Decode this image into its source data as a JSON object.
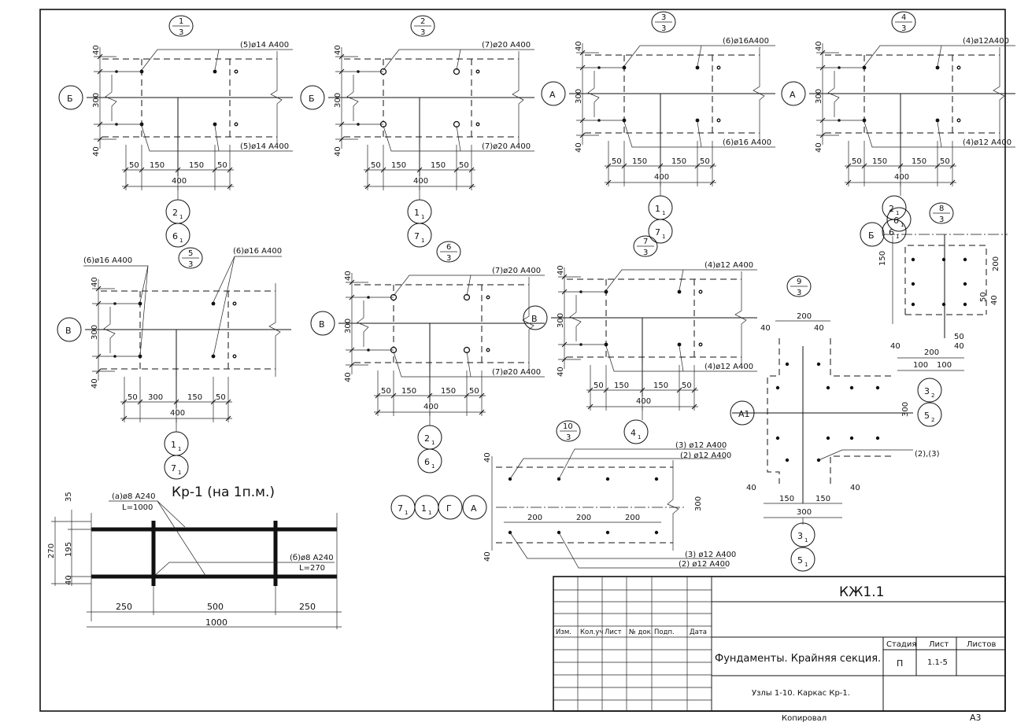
{
  "sheet": {
    "format": "А3",
    "copied": "Копировал"
  },
  "title_block": {
    "code": "КЖ1.1",
    "object": "Фундаменты. Крайняя секция.",
    "sheet_title": "Узлы 1-10. Каркас Кр-1.",
    "cols": [
      "Изм.",
      "Кол.уч",
      "Лист",
      "№ док.",
      "Подп.",
      "Дата"
    ],
    "stage_label": "Стадия",
    "sheet_label": "Лист",
    "sheets_label": "Листов",
    "stage": "П",
    "sheet_no": "1.1-5"
  },
  "nodes": {
    "n1": {
      "num": "1",
      "sheet": "3",
      "axis": "Б",
      "top": "(5)ø14 A400",
      "bot": "(5)ø14 A400",
      "refs": [
        "2",
        "6"
      ],
      "dims": [
        "50",
        "150",
        "150",
        "50"
      ],
      "total": "400",
      "h": "300",
      "cov": "40"
    },
    "n2": {
      "num": "2",
      "sheet": "3",
      "axis": "Б",
      "top": "(7)ø20 A400",
      "bot": "(7)ø20 A400",
      "refs": [
        "1",
        "7"
      ],
      "dims": [
        "50",
        "150",
        "150",
        "50"
      ],
      "total": "400",
      "h": "300",
      "cov": "40"
    },
    "n3": {
      "num": "3",
      "sheet": "3",
      "axis": "А",
      "top": "(6)ø16A400",
      "bot": "(6)ø16 A400",
      "refs": [
        "1",
        "7"
      ],
      "dims": [
        "50",
        "150",
        "150",
        "50"
      ],
      "total": "400",
      "h": "300",
      "cov": "40"
    },
    "n4": {
      "num": "4",
      "sheet": "3",
      "axis": "А",
      "top": "(4)ø12A400",
      "bot": "(4)ø12 A400",
      "refs": [
        "2",
        "6"
      ],
      "dims": [
        "50",
        "150",
        "150",
        "50"
      ],
      "total": "400",
      "h": "300",
      "cov": "40"
    },
    "n5": {
      "num": "5",
      "sheet": "3",
      "axis": "В",
      "top_l": "(6)ø16 A400",
      "top_r": "(6)ø16 A400",
      "refs": [
        "1",
        "7"
      ],
      "dims": [
        "50",
        "300",
        "150",
        "50"
      ],
      "total": "400",
      "h": "300",
      "cov": "40"
    },
    "n6": {
      "num": "6",
      "sheet": "3",
      "axis": "В",
      "top": "(7)ø20 A400",
      "bot": "(7)ø20 A400",
      "refs": [
        "2",
        "6"
      ],
      "dims": [
        "50",
        "150",
        "150",
        "50"
      ],
      "total": "400",
      "h": "300",
      "cov": "40"
    },
    "n7": {
      "num": "7",
      "sheet": "3",
      "axis": "В",
      "top": "(4)ø12 A400",
      "bot": "(4)ø12 A400",
      "refs": [
        "4"
      ],
      "dims": [
        "50",
        "150",
        "150",
        "50"
      ],
      "total": "400",
      "h": "300",
      "cov": "40"
    },
    "n8": {
      "num": "8",
      "sheet": "3",
      "axis": "Б",
      "refs": [
        "6"
      ],
      "d150": "150",
      "d200": "200",
      "d50": "50",
      "d40": "40",
      "d100a": "100",
      "d100b": "100",
      "d200b": "200",
      "d40b": "40",
      "d50b": "50"
    },
    "n9": {
      "num": "9",
      "sheet": "3",
      "axis": "А1",
      "refs_r": [
        "3",
        "5"
      ],
      "refs_r_sub": "2",
      "refs_b": [
        "3",
        "5"
      ],
      "d200": "200",
      "d40": "40",
      "d300": "300",
      "d150": "150",
      "d300b": "300",
      "bars": "(2),(3)"
    },
    "n10": {
      "num": "10",
      "sheet": "3",
      "axes": [
        "7",
        "1",
        "Г",
        "А"
      ],
      "top3": "(3) ø12 A400",
      "top2": "(2) ø12 A400",
      "bot3": "(3) ø12 A400",
      "bot2": "(2) ø12 A400",
      "dims": [
        "200",
        "200",
        "200"
      ],
      "h": "300",
      "cov": "40"
    }
  },
  "cage": {
    "title": "Кр-1 (на 1п.м.)",
    "bar_a": "(а)ø8 A240",
    "bar_a_len": "L=1000",
    "bar_b": "(б)ø8 A240",
    "bar_b_len": "L=270",
    "dims_v": [
      "35",
      "195",
      "40"
    ],
    "total_v": "270",
    "dims_h": [
      "250",
      "500",
      "250"
    ],
    "total_h": "1000"
  },
  "sub": "1"
}
